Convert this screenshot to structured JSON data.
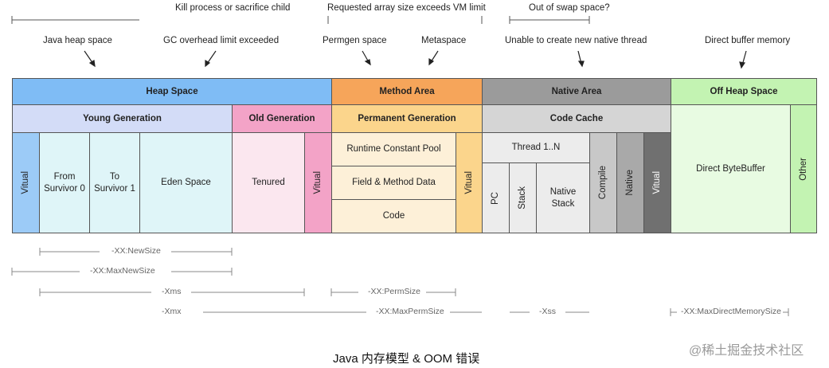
{
  "errors": {
    "kill_process": "Kill process or sacrifice child",
    "requested_array": "Requested array size exceeds VM limit",
    "out_of_swap": "Out of swap space?",
    "java_heap": "Java heap space",
    "gc_overhead": "GC overhead limit exceeded",
    "permgen": "Permgen space",
    "metaspace": "Metaspace",
    "native_thread": "Unable to create new native thread",
    "direct_buffer": "Direct buffer memory"
  },
  "areas": {
    "heap_space": "Heap Space",
    "method_area": "Method Area",
    "native_area": "Native Area",
    "off_heap_space": "Off Heap Space"
  },
  "generations": {
    "young": "Young Generation",
    "old": "Old Generation",
    "permanent": "Permanent Generation",
    "code_cache": "Code Cache"
  },
  "cells": {
    "virtual": "Vitual",
    "from_survivor": "From Survivor 0",
    "to_survivor": "To Survivor 1",
    "eden": "Eden Space",
    "tenured": "Tenured",
    "runtime_constant_pool": "Runtime Constant Pool",
    "field_method_data": "Field & Method Data",
    "code": "Code",
    "thread": "Thread 1..N",
    "pc": "PC",
    "stack": "Stack",
    "native_stack": "Native Stack",
    "compile": "Compile",
    "native": "Native",
    "direct_bytebuffer": "Direct ByteBuffer",
    "other": "Other"
  },
  "params": {
    "new_size": "-XX:NewSize",
    "max_new_size": "-XX:MaxNewSize",
    "xms": "-Xms",
    "perm_size": "-XX:PermSize",
    "xmx": "-Xmx",
    "max_perm_size": "-XX:MaxPermSize",
    "xss": "-Xss",
    "max_direct_memory": "-XX:MaxDirectMemorySize"
  },
  "caption": "Java 内存模型 & OOM 错误",
  "watermark": "@稀土掘金技术社区",
  "colors": {
    "heap": "#7fbcf5",
    "young": "#d3dcf7",
    "old": "#f3a3c7",
    "method": "#f6a55a",
    "perm": "#fbd58c",
    "native": "#9b9b9b",
    "codecache": "#d5d5d5",
    "offheap": "#c3f3b2",
    "offheap_body": "#e8fbe2"
  }
}
